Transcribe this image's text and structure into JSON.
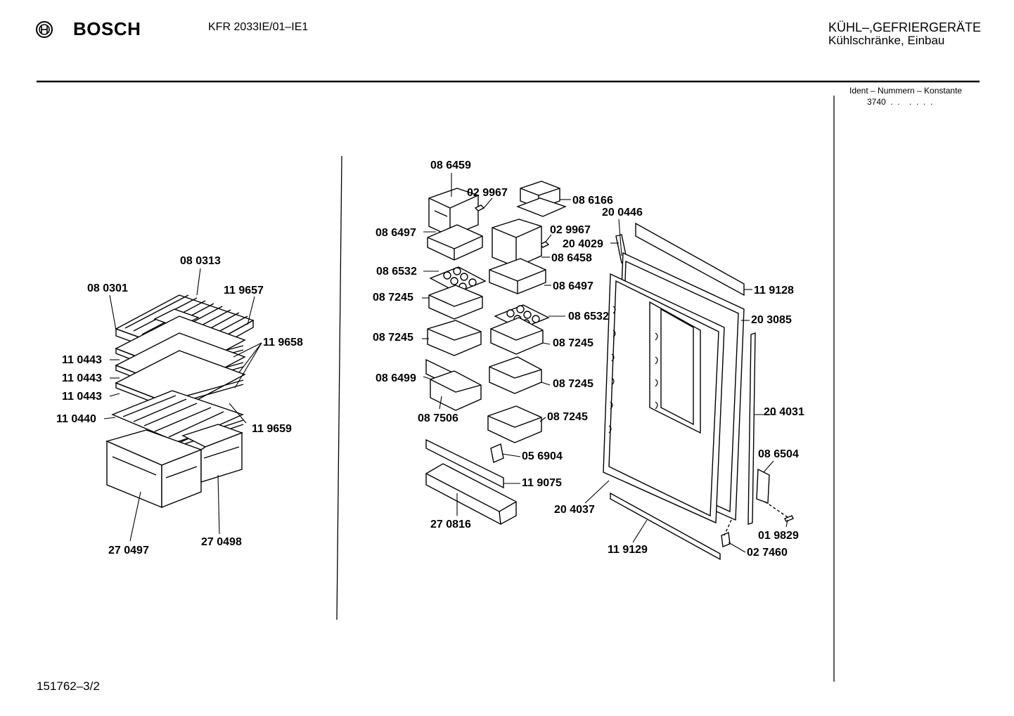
{
  "header": {
    "brand": "BOSCH",
    "model": "KFR 2033IE/01–IE1",
    "category_line1": "KÜHL–,GEFRIERGERÄTE",
    "category_line2": "Kühlschränke, Einbau"
  },
  "ident": {
    "label": "Ident – Nummern – Konstante",
    "code": "3740  .  .    .  .  .  ."
  },
  "footer": {
    "doc_number": "151762–3/2"
  },
  "parts": {
    "p080313": "08 0313",
    "p080301": "08 0301",
    "p119657": "11 9657",
    "p119658": "11 9658",
    "p110443a": "11 0443",
    "p110443b": "11 0443",
    "p110443c": "11 0443",
    "p110440": "11 0440",
    "p119659": "11 9659",
    "p270497": "27 0497",
    "p270498": "27 0498",
    "p086459": "08 6459",
    "p029967a": "02 9967",
    "p086166": "08 6166",
    "p204046": "20 0446",
    "p086497a": "08 6497",
    "p029967b": "02 9967",
    "p204029": "20 4029",
    "p086458": "08 6458",
    "p086532a": "08 6532",
    "p086497b": "08 6497",
    "p087245a": "08 7245",
    "p119128": "11 9128",
    "p086532b": "08 6532",
    "p203085": "20 3085",
    "p087245b": "08 7245",
    "p087245c": "08 7245",
    "p086499": "08 6499",
    "p087245d": "08 7245",
    "p204031": "20 4031",
    "p087506": "08 7506",
    "p087245e": "08 7245",
    "p086504": "08 6504",
    "p056904": "05 6904",
    "p119075": "11 9075",
    "p204037": "20 4037",
    "p270816": "27 0816",
    "p019829": "01 9829",
    "p119129": "11 9129",
    "p027460": "02 7460"
  }
}
